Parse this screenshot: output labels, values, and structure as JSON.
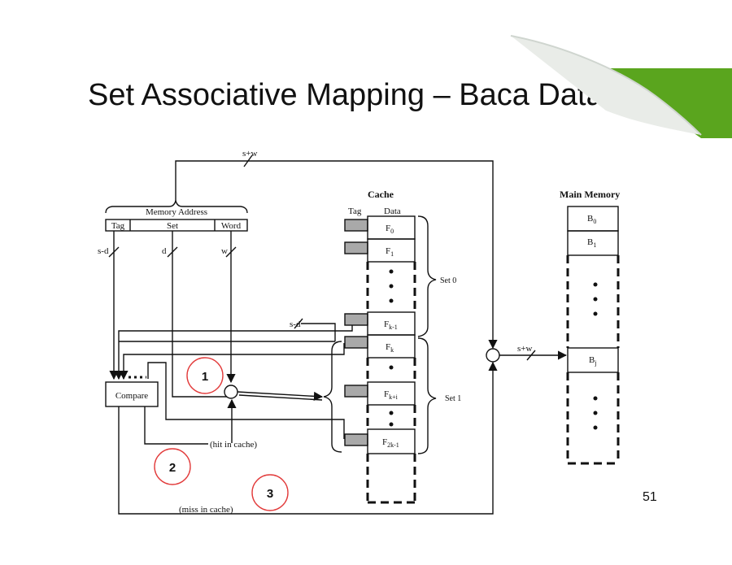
{
  "slide": {
    "title": "Set Associative Mapping – Baca Data",
    "page_number": "51"
  },
  "address": {
    "header": "Memory Address",
    "fields": [
      "Tag",
      "Set",
      "Word"
    ],
    "bus_width": "s+w",
    "tag_width": "s-d",
    "set_width": "d",
    "word_width": "w"
  },
  "cache": {
    "title": "Cache",
    "col_tag": "Tag",
    "col_data": "Data",
    "lines": [
      {
        "base": "F",
        "sub": "0"
      },
      {
        "base": "F",
        "sub": "1"
      },
      {
        "base": "F",
        "sub": "k-1"
      },
      {
        "base": "F",
        "sub": "k"
      },
      {
        "base": "F",
        "sub": "k+i"
      },
      {
        "base": "F",
        "sub": "2k-1"
      }
    ],
    "set_labels": [
      "Set 0",
      "Set 1"
    ],
    "tag_bus": "s-d"
  },
  "main_memory": {
    "title": "Main Memory",
    "blocks": [
      {
        "base": "B",
        "sub": "0"
      },
      {
        "base": "B",
        "sub": "1"
      },
      {
        "base": "B",
        "sub": "j"
      }
    ],
    "bus_width": "s+w"
  },
  "compare": {
    "label": "Compare",
    "hit": "(hit in cache)",
    "miss": "(miss in cache)"
  },
  "steps": [
    "1",
    "2",
    "3"
  ],
  "colors": {
    "line": "#111111",
    "step_circle": "#e23b3b",
    "tag_fill": "#a9a9a9",
    "corner_green": "#5aa51e"
  }
}
